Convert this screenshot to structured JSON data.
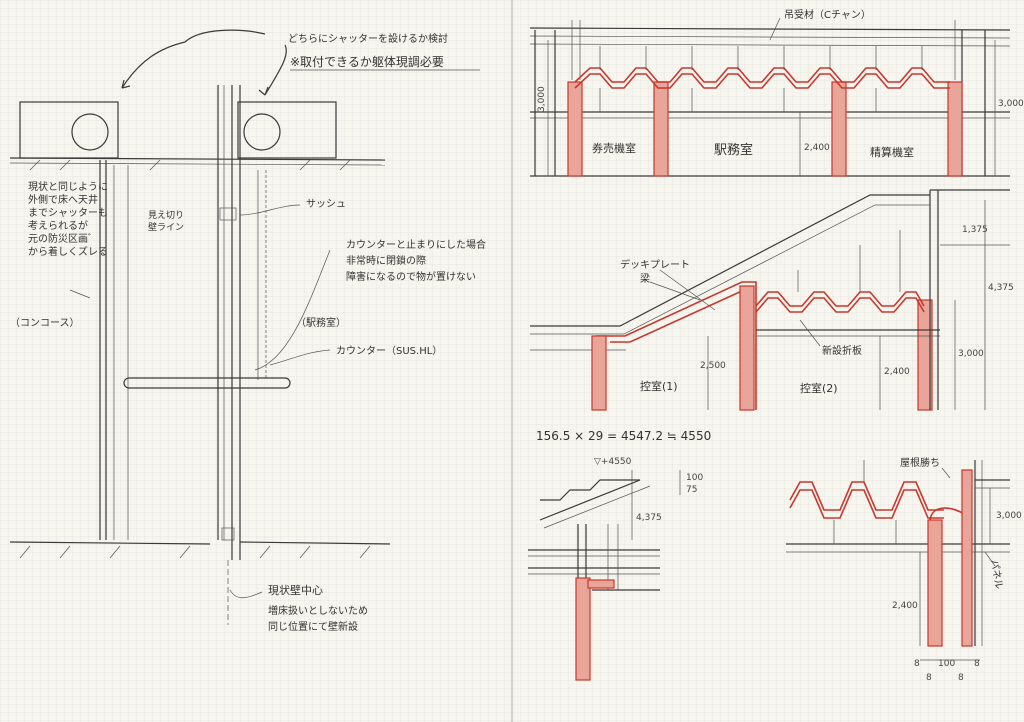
{
  "page": {
    "background": "#f6f5ee",
    "accent_red": "#c8372d",
    "grid_color": "#dcdcd4"
  },
  "left_sketch": {
    "note_top_1": "どちらにシャッターを設けるか検討",
    "note_top_2": "※取付できるか躯体現調必要",
    "note_left_1": "現状と同じように",
    "note_left_2": "外側で床へ天井",
    "note_left_3": "までシャッターも",
    "note_left_4": "考えられるが",
    "note_left_5": "元の防災区画ﾞ",
    "note_left_6": "から着しくズレる",
    "label_wall_line_1": "見え切り",
    "label_wall_line_2": "壁ライン",
    "label_sash": "サッシュ",
    "note_counter_1": "カウンターと止まりにした場合",
    "note_counter_2": "非常時に閉鎖の際",
    "note_counter_3": "障害になるので物が置けない",
    "label_concourse": "（コンコース）",
    "label_station_office": "（駅務室）",
    "label_counter": "カウンター（SUS.HL）",
    "note_bottom_1": "現状壁中心",
    "note_bottom_2": "増床扱いとしないため",
    "note_bottom_3": "同じ位置にて壁新設"
  },
  "right_top": {
    "label_hanger": "吊受材（Cチャン）",
    "room_1": "券売機室",
    "room_2": "駅務室",
    "room_3": "精算機室",
    "dim_left": "3,000",
    "dim_mid": "2,400",
    "dim_right": "3,000"
  },
  "right_mid": {
    "label_deck_1": "デッキプレート",
    "label_deck_2": "梁",
    "label_new_ceiling": "新設折板",
    "room_1": "控室(1)",
    "room_2": "控室(2)",
    "dim_1375": "1,375",
    "dim_4375": "4,375",
    "dim_3000": "3,000",
    "dim_2400": "2,400",
    "dim_2500": "2,500"
  },
  "formula": "156.5 × 29 = 4547.2 ≒ 4550",
  "detail_left": {
    "level": "▽+4550",
    "dim_100": "100",
    "dim_75": "75",
    "dim_4375": "4,375"
  },
  "detail_right": {
    "label_roof": "屋根勝ち",
    "label_panel": "パネル",
    "dim_3000": "3,000",
    "dim_2400": "2,400",
    "dim_8a": "8",
    "dim_100": "100",
    "dim_8b": "8",
    "dim_8c": "8",
    "dim_8d": "8"
  }
}
